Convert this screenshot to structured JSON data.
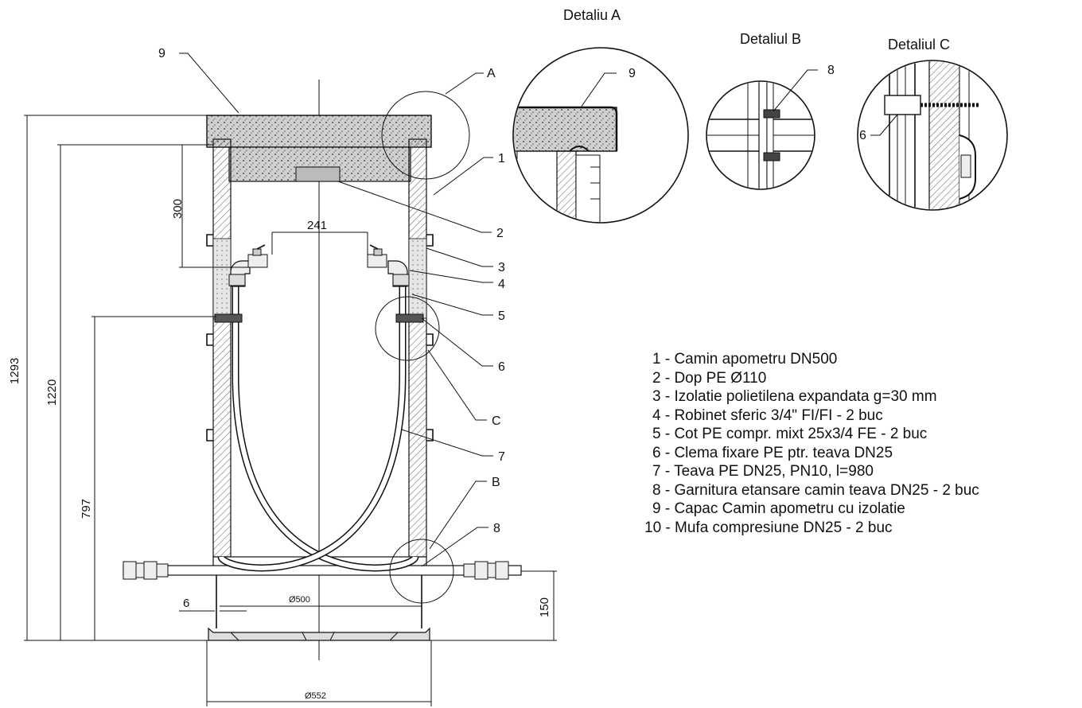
{
  "details": {
    "a": {
      "title": "Detaliu A",
      "callout": "9"
    },
    "b": {
      "title": "Detaliul B",
      "callout": "8"
    },
    "c": {
      "title": "Detaliul C",
      "callout": "6"
    }
  },
  "dimensions": {
    "total_height": "1293",
    "inner_height": "1220",
    "depth_300": "300",
    "pipe_height": "797",
    "spacing_241": "241",
    "wall_6": "6",
    "base_150": "150",
    "diam_500": "Ø500",
    "diam_552": "Ø552"
  },
  "callouts": {
    "n9": "9",
    "n1": "1",
    "n2": "2",
    "n3": "3",
    "n4": "4",
    "n5": "5",
    "n6": "6",
    "n7": "7",
    "n8": "8",
    "a": "A",
    "b": "B",
    "c": "C"
  },
  "legend": [
    "1 - Camin apometru DN500",
    "2 - Dop PE Ø110",
    "3 - Izolatie polietilena expandata g=30 mm",
    "4 - Robinet sferic 3/4\" FI/FI - 2 buc",
    "5 - Cot PE compr. mixt 25x3/4 FE - 2 buc",
    "6 - Clema fixare PE  ptr. teava DN25",
    "7 - Teava PE DN25, PN10,  l=980",
    "8 - Garnitura etansare camin teava DN25 - 2 buc",
    "9 - Capac Camin apometru cu izolatie",
    "10 - Mufa compresiune DN25 - 2 buc"
  ]
}
